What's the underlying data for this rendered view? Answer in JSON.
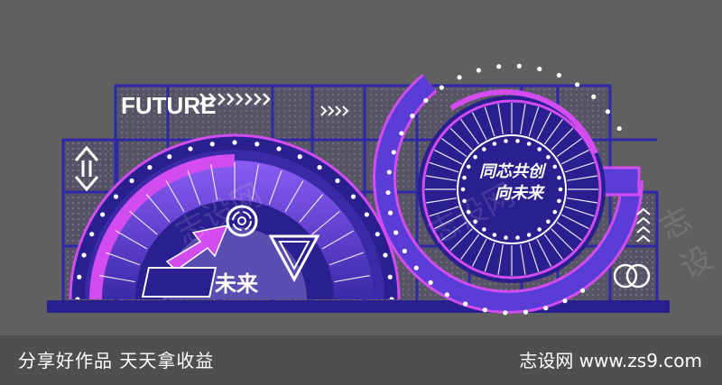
{
  "design": {
    "future_label": "FUTURE",
    "weilai_label": "未来",
    "slogan_line1": "同芯共创",
    "slogan_line2": "向未来"
  },
  "footer": {
    "left_text": "分享好作品 天天拿收益",
    "right_text": "志设网 www.zs9.com"
  },
  "watermarks": [
    "志设网",
    "志设网",
    "志设"
  ],
  "colors": {
    "background": "#606060",
    "navy": "#2a1f8f",
    "purple": "#6a3de0",
    "magenta": "#d24cf0",
    "light_violet": "#a98af5",
    "white": "#ffffff"
  }
}
